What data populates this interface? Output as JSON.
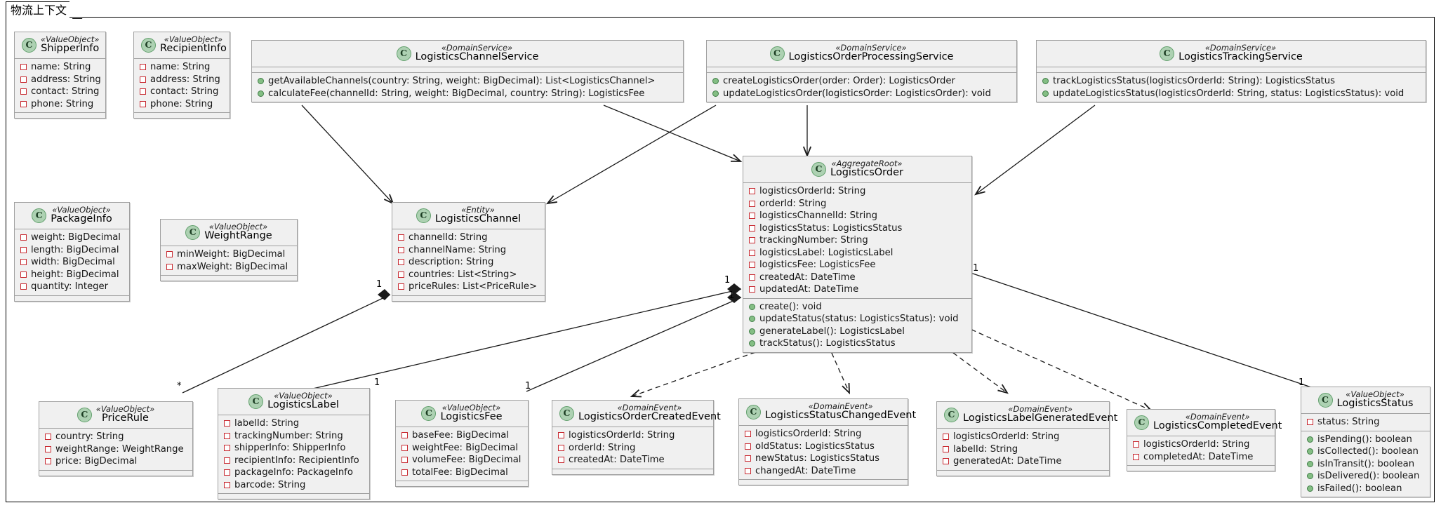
{
  "diagram": {
    "package_title": "物流上下文",
    "icon_class_letter": "C",
    "colors": {
      "class_fill": "#f0f0f0",
      "class_border": "#a0a0a0",
      "icon_green": "#ADD1B2",
      "field_red": "#C82930",
      "method_green": "#84BE84",
      "edge": "#1a1a1a"
    }
  },
  "classes": [
    {
      "id": "shipper-info",
      "stereotype": "«ValueObject»",
      "name": "ShipperInfo",
      "fields": [
        "name: String",
        "address: String",
        "contact: String",
        "phone: String"
      ],
      "methods": []
    },
    {
      "id": "recipient-info",
      "stereotype": "«ValueObject»",
      "name": "RecipientInfo",
      "fields": [
        "name: String",
        "address: String",
        "contact: String",
        "phone: String"
      ],
      "methods": []
    },
    {
      "id": "logistics-channel-service",
      "stereotype": "«DomainService»",
      "name": "LogisticsChannelService",
      "fields": [],
      "methods": [
        "getAvailableChannels(country: String, weight: BigDecimal): List<LogisticsChannel>",
        "calculateFee(channelId: String, weight: BigDecimal, country: String): LogisticsFee"
      ]
    },
    {
      "id": "logistics-order-processing-service",
      "stereotype": "«DomainService»",
      "name": "LogisticsOrderProcessingService",
      "fields": [],
      "methods": [
        "createLogisticsOrder(order: Order): LogisticsOrder",
        "updateLogisticsOrder(logisticsOrder: LogisticsOrder): void"
      ]
    },
    {
      "id": "logistics-tracking-service",
      "stereotype": "«DomainService»",
      "name": "LogisticsTrackingService",
      "fields": [],
      "methods": [
        "trackLogisticsStatus(logisticsOrderId: String): LogisticsStatus",
        "updateLogisticsStatus(logisticsOrderId: String, status: LogisticsStatus): void"
      ]
    },
    {
      "id": "package-info",
      "stereotype": "«ValueObject»",
      "name": "PackageInfo",
      "fields": [
        "weight: BigDecimal",
        "length: BigDecimal",
        "width: BigDecimal",
        "height: BigDecimal",
        "quantity: Integer"
      ],
      "methods": []
    },
    {
      "id": "weight-range",
      "stereotype": "«ValueObject»",
      "name": "WeightRange",
      "fields": [
        "minWeight: BigDecimal",
        "maxWeight: BigDecimal"
      ],
      "methods": []
    },
    {
      "id": "logistics-channel",
      "stereotype": "«Entity»",
      "name": "LogisticsChannel",
      "fields": [
        "channelId: String",
        "channelName: String",
        "description: String",
        "countries: List<String>",
        "priceRules: List<PriceRule>"
      ],
      "methods": []
    },
    {
      "id": "logistics-order",
      "stereotype": "«AggregateRoot»",
      "name": "LogisticsOrder",
      "fields": [
        "logisticsOrderId: String",
        "orderId: String",
        "logisticsChannelId: String",
        "logisticsStatus: LogisticsStatus",
        "trackingNumber: String",
        "logisticsLabel: LogisticsLabel",
        "logisticsFee: LogisticsFee",
        "createdAt: DateTime",
        "updatedAt: DateTime"
      ],
      "methods": [
        "create(): void",
        "updateStatus(status: LogisticsStatus): void",
        "generateLabel(): LogisticsLabel",
        "trackStatus(): LogisticsStatus"
      ]
    },
    {
      "id": "price-rule",
      "stereotype": "«ValueObject»",
      "name": "PriceRule",
      "fields": [
        "country: String",
        "weightRange: WeightRange",
        "price: BigDecimal"
      ],
      "methods": []
    },
    {
      "id": "logistics-label",
      "stereotype": "«ValueObject»",
      "name": "LogisticsLabel",
      "fields": [
        "labelId: String",
        "trackingNumber: String",
        "shipperInfo: ShipperInfo",
        "recipientInfo: RecipientInfo",
        "packageInfo: PackageInfo",
        "barcode: String"
      ],
      "methods": []
    },
    {
      "id": "logistics-fee",
      "stereotype": "«ValueObject»",
      "name": "LogisticsFee",
      "fields": [
        "baseFee: BigDecimal",
        "weightFee: BigDecimal",
        "volumeFee: BigDecimal",
        "totalFee: BigDecimal"
      ],
      "methods": []
    },
    {
      "id": "logistics-order-created-event",
      "stereotype": "«DomainEvent»",
      "name": "LogisticsOrderCreatedEvent",
      "fields": [
        "logisticsOrderId: String",
        "orderId: String",
        "createdAt: DateTime"
      ],
      "methods": []
    },
    {
      "id": "logistics-status-changed-event",
      "stereotype": "«DomainEvent»",
      "name": "LogisticsStatusChangedEvent",
      "fields": [
        "logisticsOrderId: String",
        "oldStatus: LogisticsStatus",
        "newStatus: LogisticsStatus",
        "changedAt: DateTime"
      ],
      "methods": []
    },
    {
      "id": "logistics-label-generated-event",
      "stereotype": "«DomainEvent»",
      "name": "LogisticsLabelGeneratedEvent",
      "fields": [
        "logisticsOrderId: String",
        "labelId: String",
        "generatedAt: DateTime"
      ],
      "methods": []
    },
    {
      "id": "logistics-completed-event",
      "stereotype": "«DomainEvent»",
      "name": "LogisticsCompletedEvent",
      "fields": [
        "logisticsOrderId: String",
        "completedAt: DateTime"
      ],
      "methods": []
    },
    {
      "id": "logistics-status",
      "stereotype": "«ValueObject»",
      "name": "LogisticsStatus",
      "fields": [
        "status: String"
      ],
      "methods": [
        "isPending(): boolean",
        "isCollected(): boolean",
        "isInTransit(): boolean",
        "isDelivered(): boolean",
        "isFailed(): boolean"
      ]
    }
  ],
  "multiplicities": [
    {
      "id": "mult-channel-pricerule-star",
      "label": "*"
    },
    {
      "id": "mult-channel-pricerule-one",
      "label": "1"
    },
    {
      "id": "mult-order-label-one",
      "label": "1"
    },
    {
      "id": "mult-order-fee-one",
      "label": "1"
    },
    {
      "id": "mult-order-left-upper",
      "label": "1"
    },
    {
      "id": "mult-order-left-lower",
      "label": "1"
    },
    {
      "id": "mult-order-right-status",
      "label": "1"
    },
    {
      "id": "mult-status-right",
      "label": "1"
    }
  ]
}
